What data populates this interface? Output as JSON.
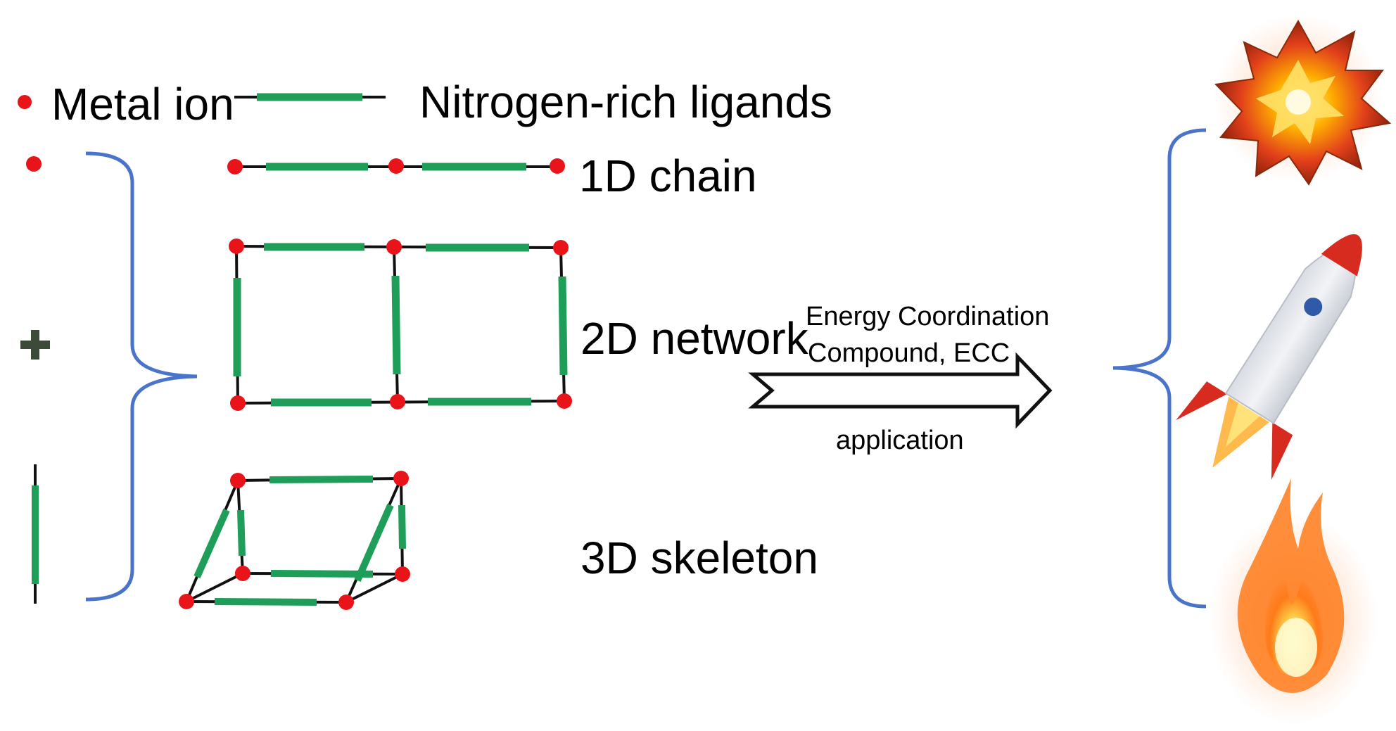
{
  "legend": {
    "metal_ion": "Metal ion",
    "ligand": "Nitrogen-rich ligands"
  },
  "structures": {
    "chain_1d": "1D chain",
    "network_2d": "2D network",
    "skeleton_3d": "3D skeleton"
  },
  "arrow": {
    "line1": "Energy Coordination",
    "line2": "Compound, ECC",
    "below": "application"
  },
  "applications": {
    "icons": [
      "explosion-icon",
      "rocket-icon",
      "fire-icon"
    ]
  },
  "colors": {
    "metal_ion": "#e8141a",
    "ligand": "#1f9e5a",
    "bracket": "#4a74c9",
    "plus": "#3d4a3a",
    "rocket_red": "#d62b1e",
    "rocket_window": "#2e5aa8"
  }
}
